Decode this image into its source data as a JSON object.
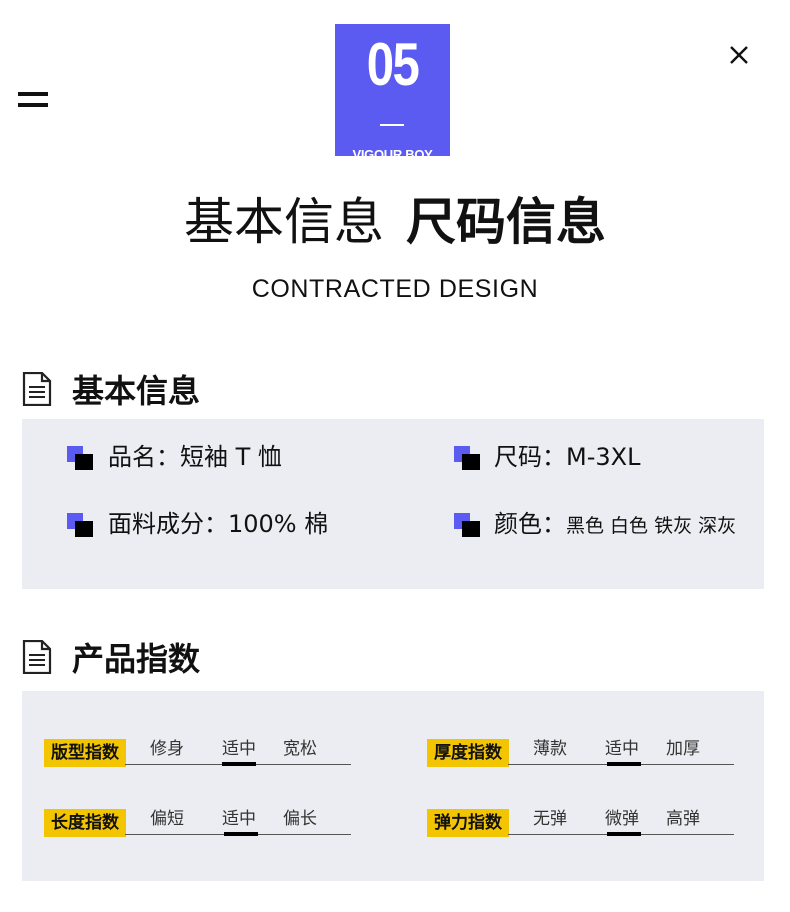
{
  "logo": {
    "number": "05",
    "text": "VIGOUR BOY",
    "color": "#5b5bf2"
  },
  "header": {
    "title_light": "基本信息",
    "title_bold": "尺码信息",
    "subtitle": "CONTRACTED DESIGN",
    "menu_icon": "menu-icon",
    "close_icon": "close-icon"
  },
  "basic": {
    "title": "基本信息",
    "icon": "document-icon",
    "name": "品名：短袖 T 恤",
    "size": "尺码：M-3XL",
    "material": "面料成分：100% 棉",
    "color_label": "颜色：",
    "color_values": "黑色 白色 铁灰 深灰"
  },
  "index": {
    "title": "产品指数",
    "icon": "document-icon",
    "accent": "#f2c500",
    "rows": [
      {
        "label": "版型指数",
        "options": [
          "修身",
          "适中",
          "宽松"
        ],
        "selected": 1
      },
      {
        "label": "厚度指数",
        "options": [
          "薄款",
          "适中",
          "加厚"
        ],
        "selected": 1
      },
      {
        "label": "长度指数",
        "options": [
          "偏短",
          "适中",
          "偏长"
        ],
        "selected": 1
      },
      {
        "label": "弹力指数",
        "options": [
          "无弹",
          "微弹",
          "高弹"
        ],
        "selected": 1
      }
    ]
  }
}
